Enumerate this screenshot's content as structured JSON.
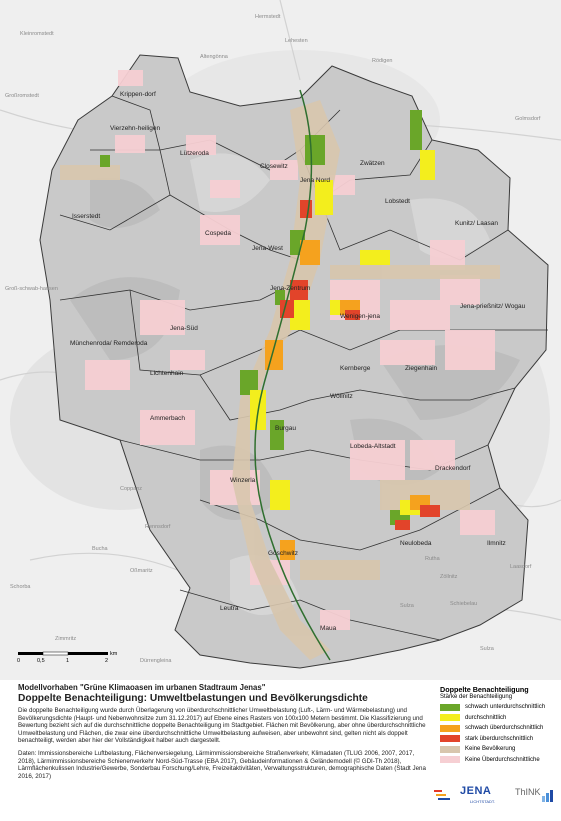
{
  "map": {
    "district_labels": [
      "Krippen-dorf",
      "Vierzehn-heiligen",
      "Lützeroda",
      "Closewitz",
      "Zwätzen",
      "Jena Nord",
      "Lobstedt",
      "Isserstedt",
      "Cospeda",
      "Kunitz/ Laasan",
      "Jena-West",
      "Jena-Zentrum",
      "Jena-Süd",
      "Münchenroda/ Remderoda",
      "Wenigen-jena",
      "Jena-prießnitz/ Wogau",
      "Lichtenhain",
      "Kernberge",
      "Ziegenhain",
      "Wöllnitz",
      "Ammerbach",
      "Burgau",
      "Lobeda-Altstadt",
      "Drackendorf",
      "Winzerla",
      "Ilmnitz",
      "Göschwitz",
      "Neulobeda",
      "Leutra",
      "Maua"
    ],
    "outer_labels": [
      "Hermstedt",
      "Kleinromstedt",
      "Großromstedt",
      "Altengönna",
      "Lehesten",
      "Rödigen",
      "Golmsdorf",
      "Groß-schwab-hausen",
      "Coppanz",
      "Rennsdorf",
      "Bucha",
      "Oßmaritz",
      "Schorba",
      "Rutha",
      "Zöllnitz",
      "Laasdorf",
      "Schiebelau",
      "Sulza",
      "Zimmritz",
      "Dürrengleina",
      "Sulza"
    ],
    "scale": {
      "ticks": [
        "0",
        "0,5",
        "1",
        "2"
      ],
      "unit": "km"
    }
  },
  "info": {
    "project": "Modellvorhaben \"Grüne Klimaoasen im urbanen Stadtraum Jenas\"",
    "title": "Doppelte Benachteiligung: Umweltbelastungen und Bevölkerungsdichte",
    "description": "Die doppelte Benachteiligung wurde durch Überlagerung von überdurchschnittlicher Umweltbelastung (Luft-, Lärm- und Wärmebelastung) und Bevölkerungsdichte (Haupt- und Nebenwohnsitze zum 31.12.2017) auf Ebene eines Rasters von 100x100 Metern bestimmt. Die Klassifizierung und Bewertung bezieht sich auf die durchschnittliche doppelte Benachteiligung im Stadtgebiet. Flächen mit Bevölkerung, aber ohne überdurchschnittliche Umweltbelastung und Flächen, die zwar eine überdurchschnittliche Umweltbelastung aufweisen, aber unbewohnt sind, gelten nicht als doppelt benachteiligt, werden aber hier der Vollständigkeit halber auch dargestellt.",
    "sources": "Daten: Immissionsbereiche Luftbelastung, Flächenversiegelung, Lärmimmissionsbereiche Straßenverkehr, Klimadaten (TLUG 2006, 2007, 2017, 2018), Lärmimmissionsbereiche Schienenverkehr Nord-Süd-Trasse (EBA 2017), Gebäudeinformationen & Geländemodell (© GDI-Th 2018), Lärmflächenkulissen Industrie/Gewerbe, Sonderbau Forschung/Lehre, Freizeitaktivitäten, Verwaltungsstrukturen, demographische Daten (Stadt Jena 2016, 2017)"
  },
  "legend": {
    "title": "Doppelte Benachteiligung",
    "subtitle": "Stärke der Benachteiligung",
    "items": [
      {
        "label": "schwach unterdurchschnittlich",
        "color": "#6aa629"
      },
      {
        "label": "durchschnittlich",
        "color": "#f3ee1d"
      },
      {
        "label": "schwach überdurchschnittlich",
        "color": "#f5a21e"
      },
      {
        "label": "stark überdurchschnittlich",
        "color": "#e2442a"
      },
      {
        "label": "Keine Bevölkerung",
        "color": "#d8c6ad"
      },
      {
        "label": "Keine Überdurchschnittliche",
        "color": "#f6cfd3"
      }
    ]
  },
  "logos": {
    "jena": "JENA",
    "jena_sub": "LICHTSTADT.",
    "think": "ThINK"
  }
}
